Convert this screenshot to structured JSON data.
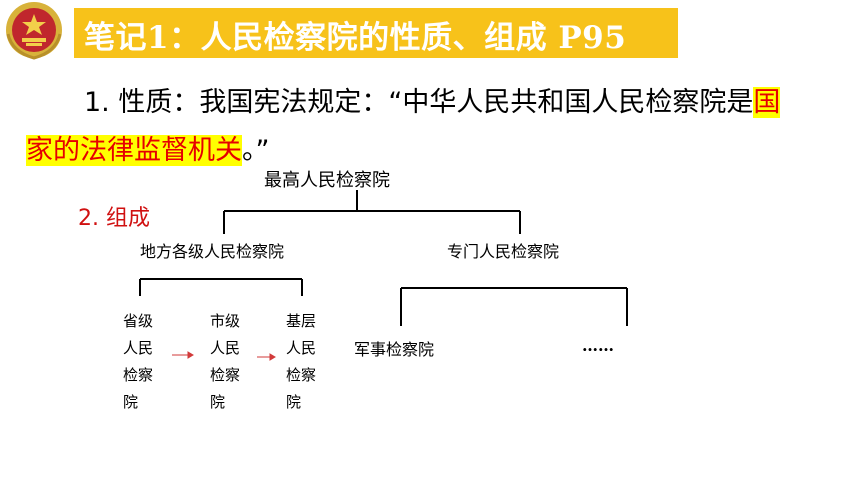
{
  "header": {
    "title": "笔记1：人民检察院的性质、组成 P95"
  },
  "nature": {
    "prefix": "1. 性质：我国宪法规定：",
    "quote_open": "“中华人民共和国人民检察院是",
    "highlight_part1": "国",
    "highlight_part2": "家的法律监督机关",
    "quote_close": "。”"
  },
  "composition": {
    "heading": "2. 组成",
    "root": "最高人民检察院",
    "left_branch": "地方各级人民检察院",
    "right_branch": "专门人民检察院",
    "local": [
      [
        "省级",
        "人民",
        "检察",
        "院"
      ],
      [
        "市级",
        "人民",
        "检察",
        "院"
      ],
      [
        "基层",
        "人民",
        "检察",
        "院"
      ]
    ],
    "special": [
      "军事检察院",
      "……"
    ]
  }
}
